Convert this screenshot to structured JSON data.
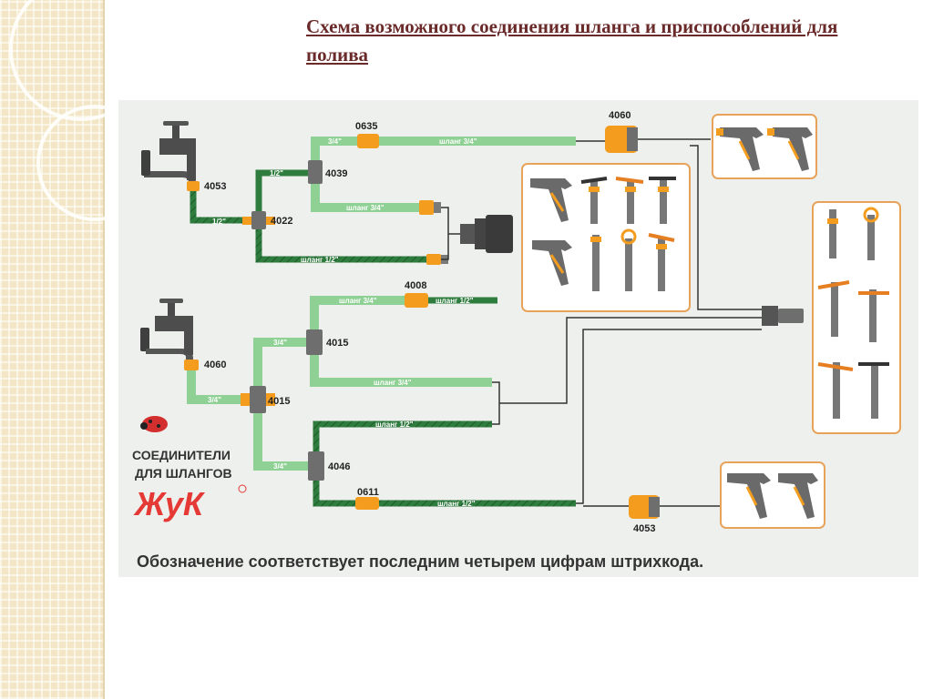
{
  "title": "Схема возможного соединения шланга и приспособлений для полива",
  "colors": {
    "hose_light": "#8fd094",
    "hose_dark": "#2e7d3e",
    "fitting_orange": "#f39c1e",
    "fitting_grey": "#6e6e6e",
    "panel_bg": "#eef0ee",
    "box_border": "#e8a35a",
    "title": "#6b2a2a"
  },
  "codes": {
    "c0635": "0635",
    "c4060_top": "4060",
    "c4053_top": "4053",
    "c4039": "4039",
    "c4022": "4022",
    "c4008": "4008",
    "c4015_a": "4015",
    "c4060_bot": "4060",
    "c4015_b": "4015",
    "c4046": "4046",
    "c0611": "0611",
    "c4053_bot": "4053"
  },
  "hoses": {
    "h34": "шланг 3/4\"",
    "h12": "шланг 1/2\"",
    "size34": "3/4\"",
    "size12": "1/2\""
  },
  "brand": {
    "line1": "СОЕДИНИТЕЛИ",
    "line2": "ДЛЯ ШЛАНГОВ",
    "logo": "ЖуК"
  },
  "footer": "Обозначение соответствует последним четырем цифрам штрихкода."
}
